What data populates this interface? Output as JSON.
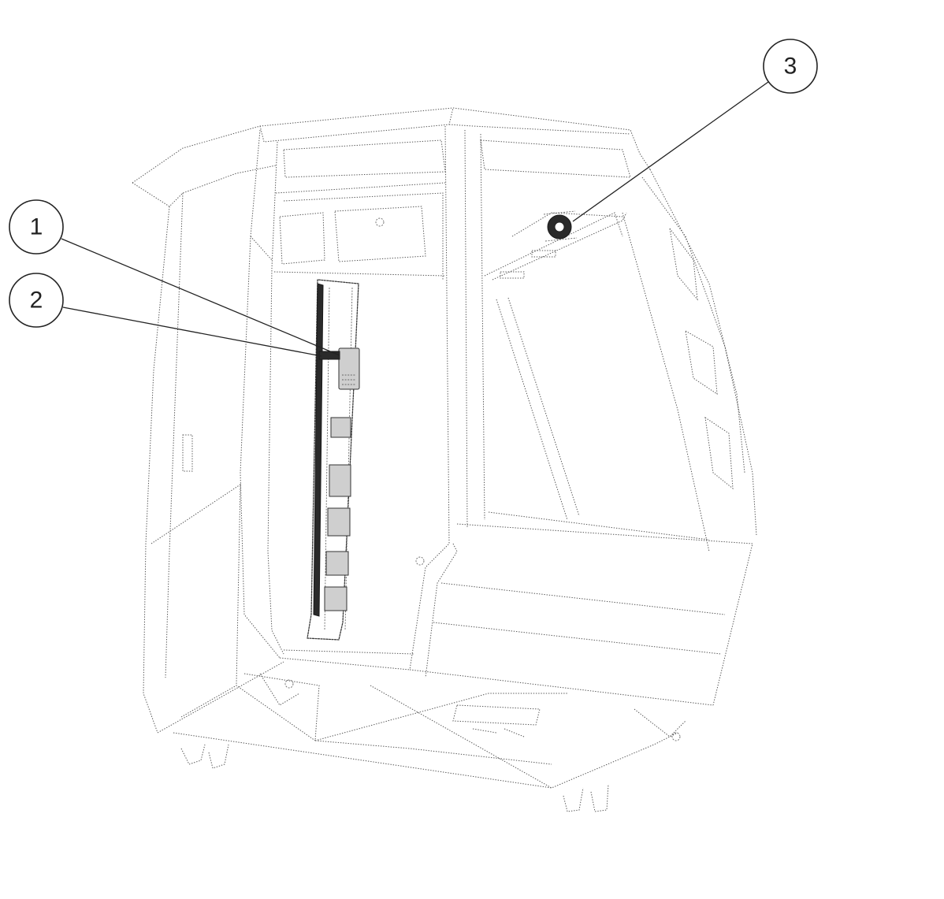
{
  "callouts": [
    {
      "label": "1",
      "part": "item-1"
    },
    {
      "label": "2",
      "part": "item-2"
    },
    {
      "label": "3",
      "part": "item-3"
    }
  ]
}
